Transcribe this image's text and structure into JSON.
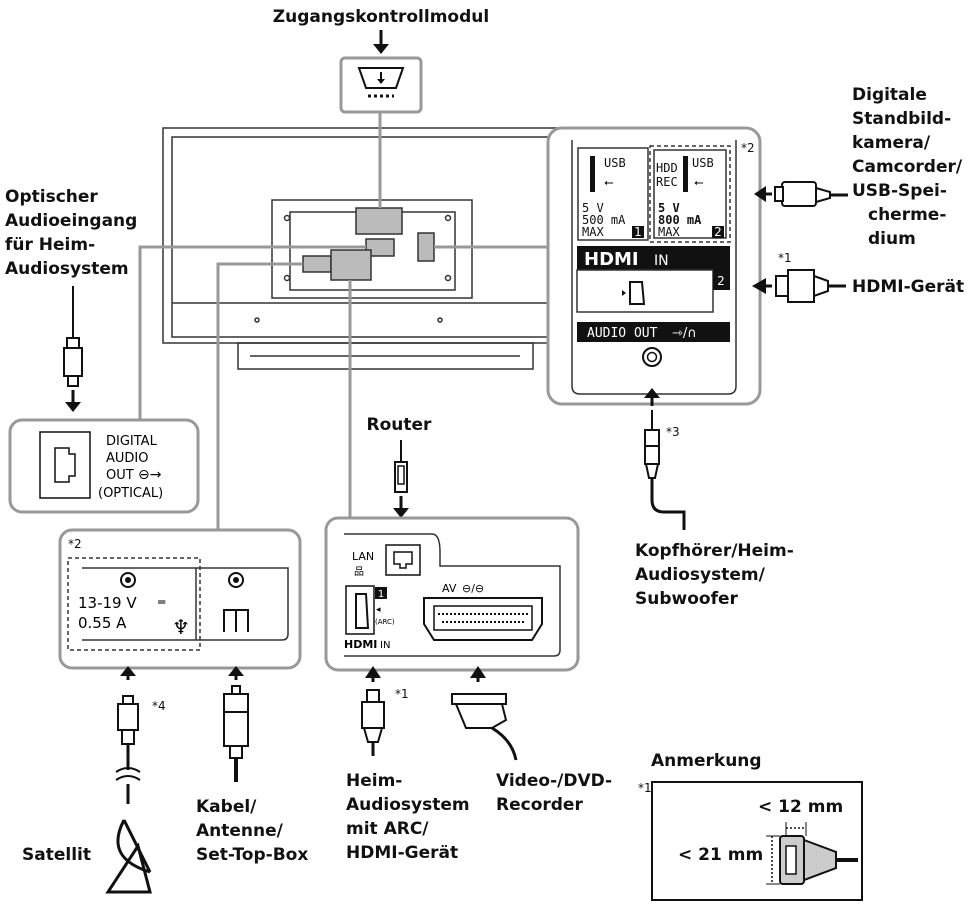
{
  "labels": {
    "cam_module": "Zugangskontrollmodul",
    "optical": [
      "Optischer",
      "Audioeingang",
      "für Heim-",
      "Audiosystem"
    ],
    "usb_device": [
      "Digitale",
      "Standbild-",
      "kamera/",
      "Camcorder/",
      "USB-Spei-",
      "cherme-",
      "dium"
    ],
    "hdmi_device": "HDMI-Gerät",
    "router": "Router",
    "headphones": [
      "Kopfhörer/Heim-",
      "Audiosystem/",
      "Subwoofer"
    ],
    "home_audio": [
      "Heim-",
      "Audiosystem",
      "mit ARC/",
      "HDMI-Gerät"
    ],
    "video_recorder": [
      "Video-/DVD-",
      "Recorder"
    ],
    "cable": [
      "Kabel/",
      "Antenne/",
      "Set-Top-Box"
    ],
    "satellite": "Satellit",
    "note_title": "Anmerkung"
  },
  "footnotes": {
    "n1": "*1",
    "n2": "*2",
    "n3": "*3",
    "n4": "*4"
  },
  "side_panel": {
    "usb1_title": "USB",
    "usb1_spec": [
      "5 V ",
      "500 mA",
      "MAX"
    ],
    "usb1_num": "1",
    "usb2_hdd": [
      "HDD",
      "REC"
    ],
    "usb2_title": "USB",
    "usb2_spec": [
      "5 V ",
      "800 mA",
      "MAX"
    ],
    "usb2_num": "2",
    "hdmi_logo": "HDMI",
    "hdmi_in": "IN",
    "hdmi_num": "2",
    "audio_out": "AUDIO OUT"
  },
  "optical_panel": {
    "lines": [
      "DIGITAL",
      "AUDIO",
      "OUT",
      "(OPTICAL)"
    ]
  },
  "sat_panel": {
    "voltage": "13-19 V",
    "current": "0.55 A"
  },
  "lan_panel": {
    "lan": "LAN",
    "av": "AV",
    "hdmi_num": "1",
    "arc": "(ARC)",
    "hdmi_logo": "HDMI",
    "hdmi_in": "IN"
  },
  "note": {
    "width": "< 12 mm",
    "height": "< 21 mm"
  }
}
